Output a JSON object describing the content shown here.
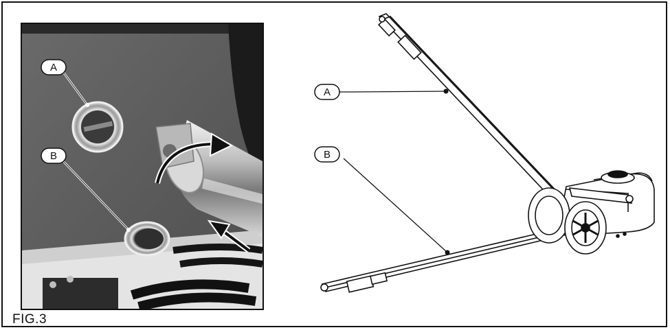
{
  "figure": {
    "label": "FIG.3"
  },
  "photo": {
    "callouts": {
      "a": "A",
      "b": "B"
    }
  },
  "drawing": {
    "callouts": {
      "a": "A",
      "b": "B"
    }
  }
}
